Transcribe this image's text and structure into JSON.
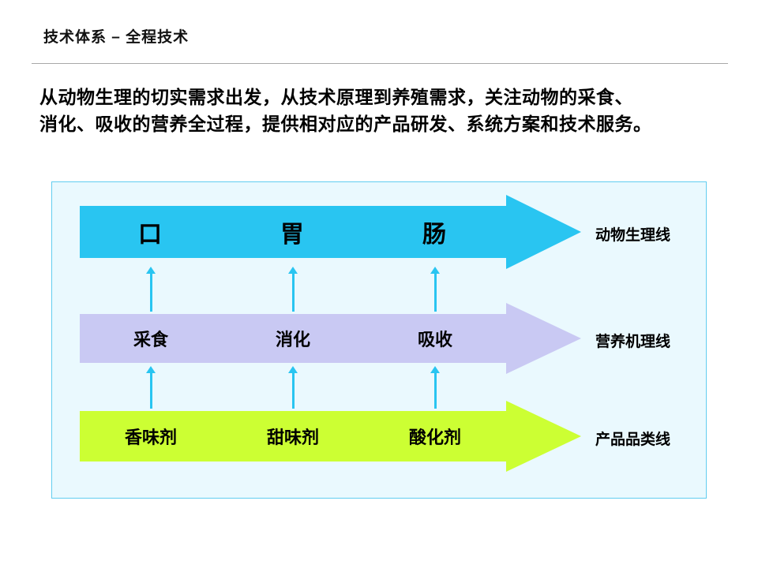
{
  "slide": {
    "title": "技术体系 – 全程技术",
    "body_line1": "从动物生理的切实需求出发，从技术原理到养殖需求，关注动物的采食、",
    "body_line2": "消化、吸收的营养全过程，提供相对应的产品研发、系统方案和技术服务。"
  },
  "diagram": {
    "rows": [
      {
        "name": "动物生理线",
        "labels": [
          "口",
          "胃",
          "肠"
        ],
        "line_label": "动物生理线",
        "color": "#29C5F1"
      },
      {
        "name": "营养机理线",
        "labels": [
          "采食",
          "消化",
          "吸收"
        ],
        "line_label": "营养机理线",
        "color": "#C9C9F3"
      },
      {
        "name": "产品品类线",
        "labels": [
          "香味剂",
          "甜味剂",
          "酸化剂"
        ],
        "line_label": "产品品类线",
        "color": "#CCFF33"
      }
    ],
    "colors": {
      "physiology_arrow": "#29C5F1",
      "mechanism_arrow": "#C9C9F3",
      "category_arrow": "#CCFF33",
      "connector": "#29C5F1",
      "diagram_background": "#EAF9FE",
      "diagram_border": "#62CDF0"
    }
  }
}
